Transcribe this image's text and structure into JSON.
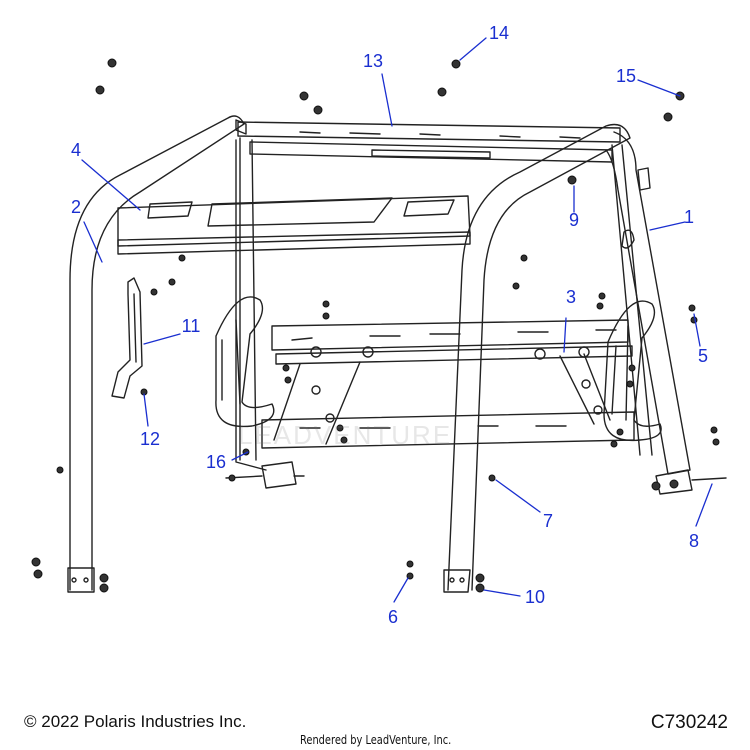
{
  "callouts": [
    {
      "label": "1"
    },
    {
      "label": "2"
    },
    {
      "label": "3"
    },
    {
      "label": "4"
    },
    {
      "label": "5"
    },
    {
      "label": "6"
    },
    {
      "label": "7"
    },
    {
      "label": "8"
    },
    {
      "label": "9"
    },
    {
      "label": "10"
    },
    {
      "label": "11"
    },
    {
      "label": "12"
    },
    {
      "label": "13"
    },
    {
      "label": "14"
    },
    {
      "label": "15"
    },
    {
      "label": "16"
    }
  ],
  "footer": {
    "copyright": "© 2022 Polaris Industries Inc.",
    "rendered_by": "Rendered by LeadVenture, Inc.",
    "diagram_code": "C730242"
  },
  "watermark": "LEADVENTURE",
  "colors": {
    "callout": "#1a2fd0",
    "line": "#222222"
  }
}
